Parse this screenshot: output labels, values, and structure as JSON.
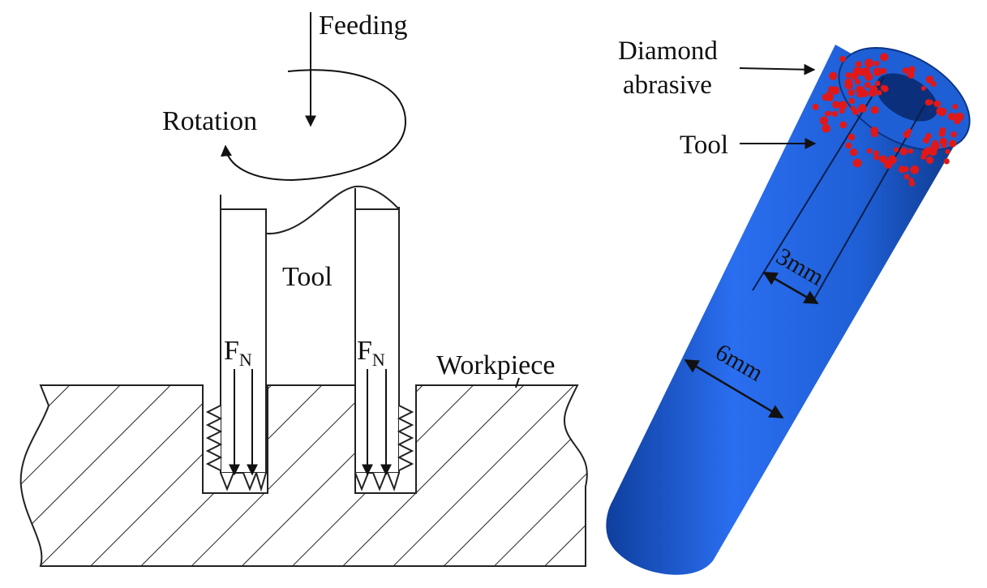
{
  "left_schematic": {
    "feeding_label": "Feeding",
    "rotation_label": "Rotation",
    "tool_label": "Tool",
    "workpiece_label": "Workpiece",
    "force_left": {
      "main": "F",
      "sub": "N"
    },
    "force_right": {
      "main": "F",
      "sub": "N"
    }
  },
  "right_render": {
    "abrasive_label_line1": "Diamond",
    "abrasive_label_line2": "abrasive",
    "tool_label": "Tool",
    "inner_dimension": "3mm",
    "outer_dimension": "6mm",
    "colors": {
      "tool_body": "#1f5fd6",
      "tool_shadow": "#0f3f9e",
      "abrasive": "#e01818"
    }
  }
}
